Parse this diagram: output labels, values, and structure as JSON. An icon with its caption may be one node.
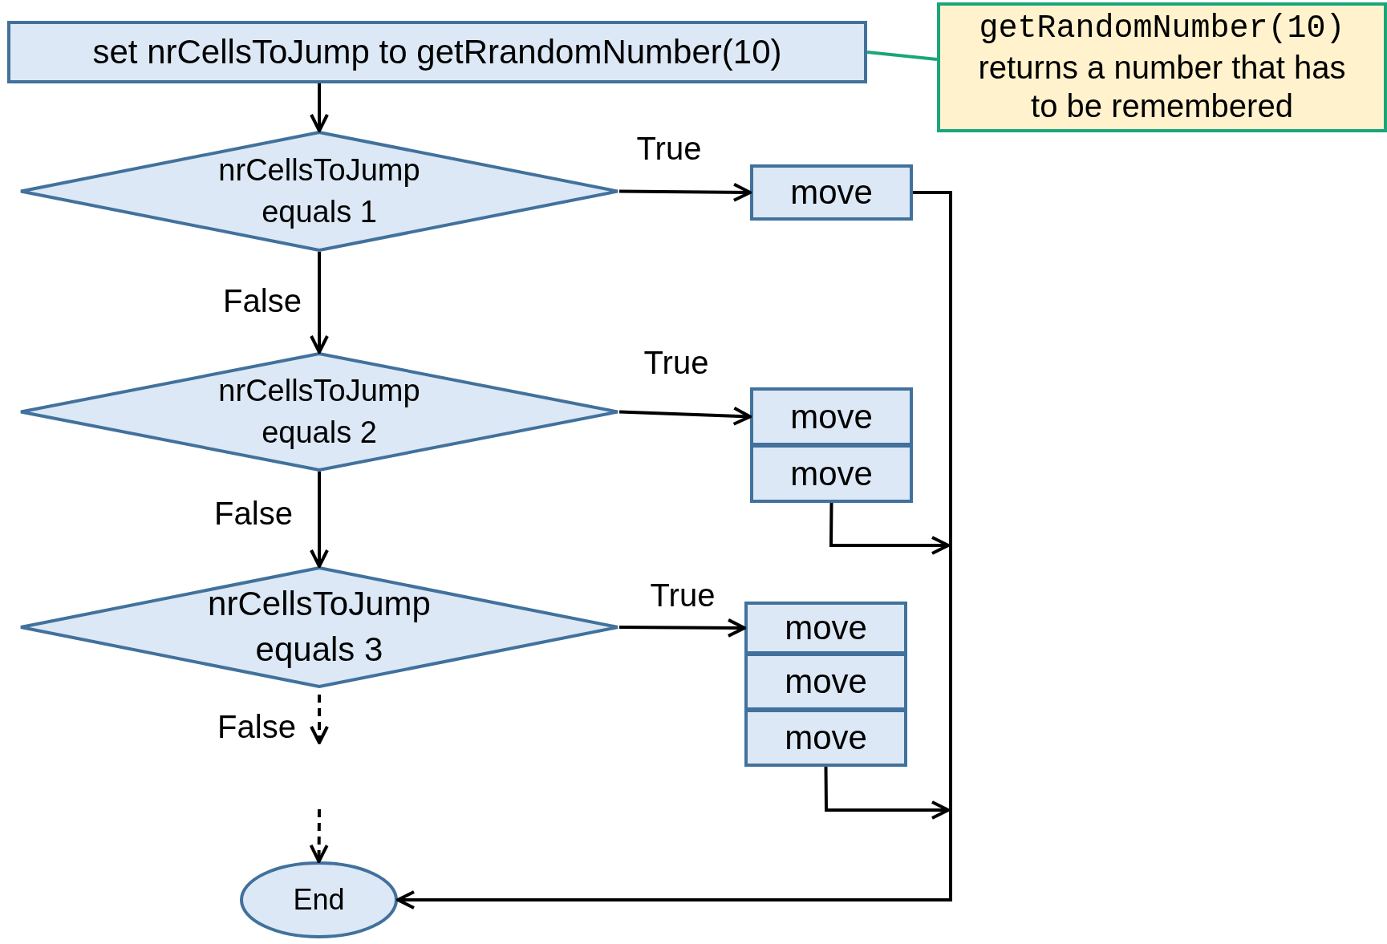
{
  "diagram": {
    "nodes": [
      {
        "text": [
          "set nrCellsToJump to getRrandomNumber(10)"
        ]
      },
      {
        "text": [
          "getRandomNumber(10)",
          "returns a number that has to be remembered"
        ]
      },
      {
        "text": [
          "nrCellsToJump equals 1"
        ]
      },
      {
        "text": [
          "move"
        ]
      },
      {
        "text": [
          "nrCellsToJump equals 2"
        ]
      },
      {
        "text": [
          "move"
        ]
      },
      {
        "text": [
          "move"
        ]
      },
      {
        "text": [
          "nrCellsToJump equals 3"
        ]
      },
      {
        "text": [
          "move"
        ]
      },
      {
        "text": [
          "move"
        ]
      },
      {
        "text": [
          "move"
        ]
      },
      {
        "text": [
          "End"
        ]
      }
    ],
    "edges": [
      {
        "from": 0,
        "to": 2,
        "arrow": "to"
      },
      {
        "from": 2,
        "to": 3,
        "arrow": "to",
        "label": "True"
      },
      {
        "from": 2,
        "to": 4,
        "arrow": "to",
        "label": "False"
      },
      {
        "from": 4,
        "to": 5,
        "arrow": "to",
        "label": "True"
      },
      {
        "from": 4,
        "to": 7,
        "arrow": "to",
        "label": "False"
      },
      {
        "from": 7,
        "to": 8,
        "arrow": "to",
        "label": "True"
      },
      {
        "from": 7,
        "to": null,
        "arrow": "to",
        "label": "False",
        "style": "dashed"
      },
      {
        "from": null,
        "to": 11,
        "arrow": "to",
        "style": "dashed"
      },
      {
        "from": 3,
        "to": 11,
        "arrow": "to"
      },
      {
        "from": 6,
        "to": 11,
        "arrow": "to"
      },
      {
        "from": 10,
        "to": 11,
        "arrow": "to"
      },
      {
        "from": 1,
        "to": 0,
        "arrow": "none",
        "color": "#1aa57a"
      }
    ]
  }
}
